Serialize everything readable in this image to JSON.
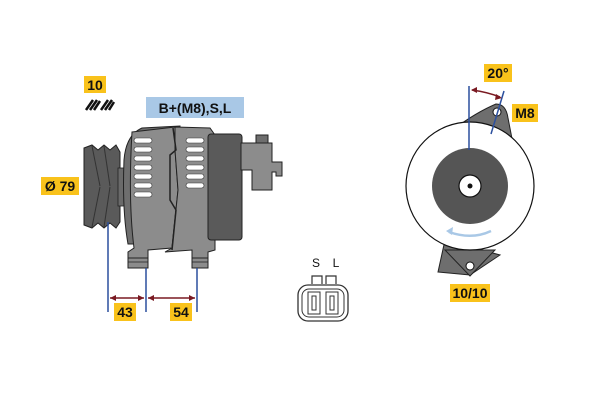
{
  "labels": {
    "quantity": "10",
    "connection": "B+(M8),S,L",
    "pulley_diameter": "Ø 79",
    "dim_left": "43",
    "dim_right": "54",
    "angle": "20°",
    "thread": "M8",
    "mount_clock": "10/10",
    "plug_pin_s": "S",
    "plug_pin_l": "L"
  },
  "colors": {
    "label_yellow": "#f9c21b",
    "label_blue": "#a9c8e6",
    "body_gray": "#8c8c8c",
    "dark_gray": "#5a5a5a",
    "dimension_line": "#2b4f9e",
    "arrow_red": "#7a1a22",
    "rotation_arrow": "#a9c8e6"
  },
  "icons": {
    "packaging": "hatched-stripes-icon",
    "rotation": "counterclockwise-arrow-icon"
  }
}
